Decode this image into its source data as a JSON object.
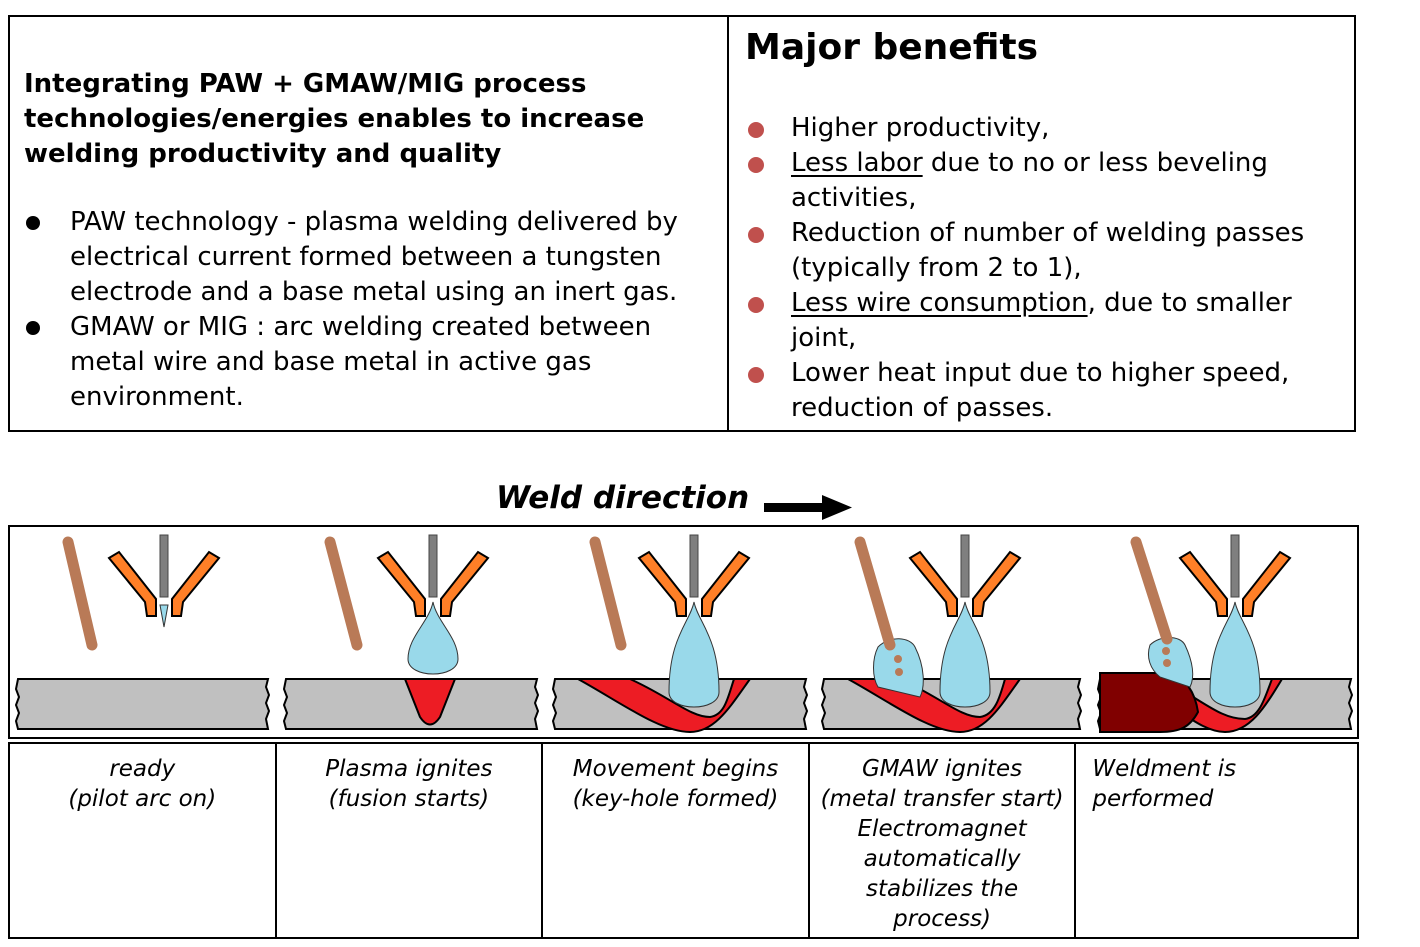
{
  "intro": {
    "headline": "Integrating PAW + GMAW/MIG process technologies/energies enables to increase welding productivity and quality",
    "bullets": [
      {
        "text": "PAW technology - plasma welding delivered by electrical current formed between a tungsten electrode and a base metal using an inert gas."
      },
      {
        "text": "GMAW or MIG : arc welding created between metal wire and base metal in active gas environment."
      }
    ]
  },
  "benefits": {
    "title": "Major benefits",
    "bullet_color": "#c0504d",
    "items": [
      {
        "underlined": "",
        "text": "Higher productivity,"
      },
      {
        "underlined": "Less labor",
        "text": " due to no or less beveling activities,"
      },
      {
        "underlined": "",
        "text": "Reduction of number of welding passes (typically from 2 to 1),"
      },
      {
        "underlined": "Less wire consumption",
        "text": ", due to smaller joint,"
      },
      {
        "underlined": "",
        "text": "Lower heat input due to higher speed, reduction of passes."
      }
    ]
  },
  "weld_direction": {
    "label": "Weld direction",
    "arrow_icon": "arrow-right-icon"
  },
  "colors": {
    "base_metal": "#c0c0c0",
    "molten_pool": "#ed1c24",
    "solidified_weld": "#800000",
    "plasma": "#99d9ea",
    "nozzle": "#ff7f27",
    "electrode": "#7f7f7f",
    "wire": "#b97a57"
  },
  "stages": [
    {
      "id": "ready",
      "caption": [
        "ready",
        "(pilot arc on)"
      ]
    },
    {
      "id": "plasma-ignites",
      "caption": [
        "Plasma ignites",
        "(fusion starts)"
      ]
    },
    {
      "id": "movement-begins",
      "caption": [
        "Movement begins",
        "(key-hole formed)"
      ]
    },
    {
      "id": "gmaw-ignites",
      "caption": [
        "GMAW ignites",
        "(metal transfer start)",
        "Electromagnet",
        "automatically",
        "stabilizes the",
        "process)"
      ]
    },
    {
      "id": "weldment-performed",
      "caption": [
        "Weldment is",
        "performed"
      ]
    }
  ]
}
